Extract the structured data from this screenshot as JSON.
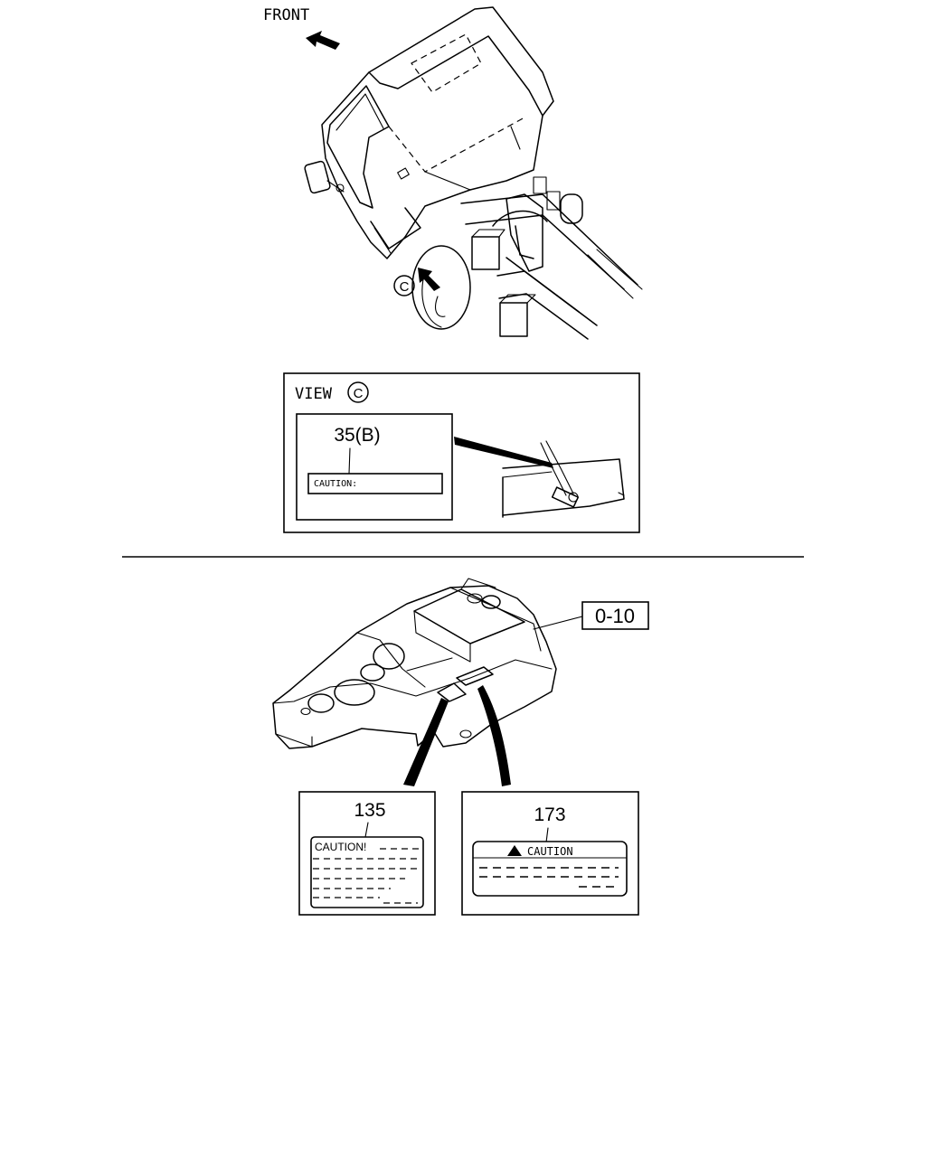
{
  "top": {
    "front_label": "FRONT",
    "view_marker": "C"
  },
  "view_box": {
    "title": "VIEW",
    "marker": "C",
    "part_number": "35(B)",
    "label_text": "CAUTION:"
  },
  "bottom": {
    "ref_label": "0-10",
    "labels": [
      {
        "part_number": "135",
        "title": "CAUTION!"
      },
      {
        "part_number": "173",
        "title": "CAUTION",
        "icon": "warning-triangle-icon"
      }
    ]
  }
}
